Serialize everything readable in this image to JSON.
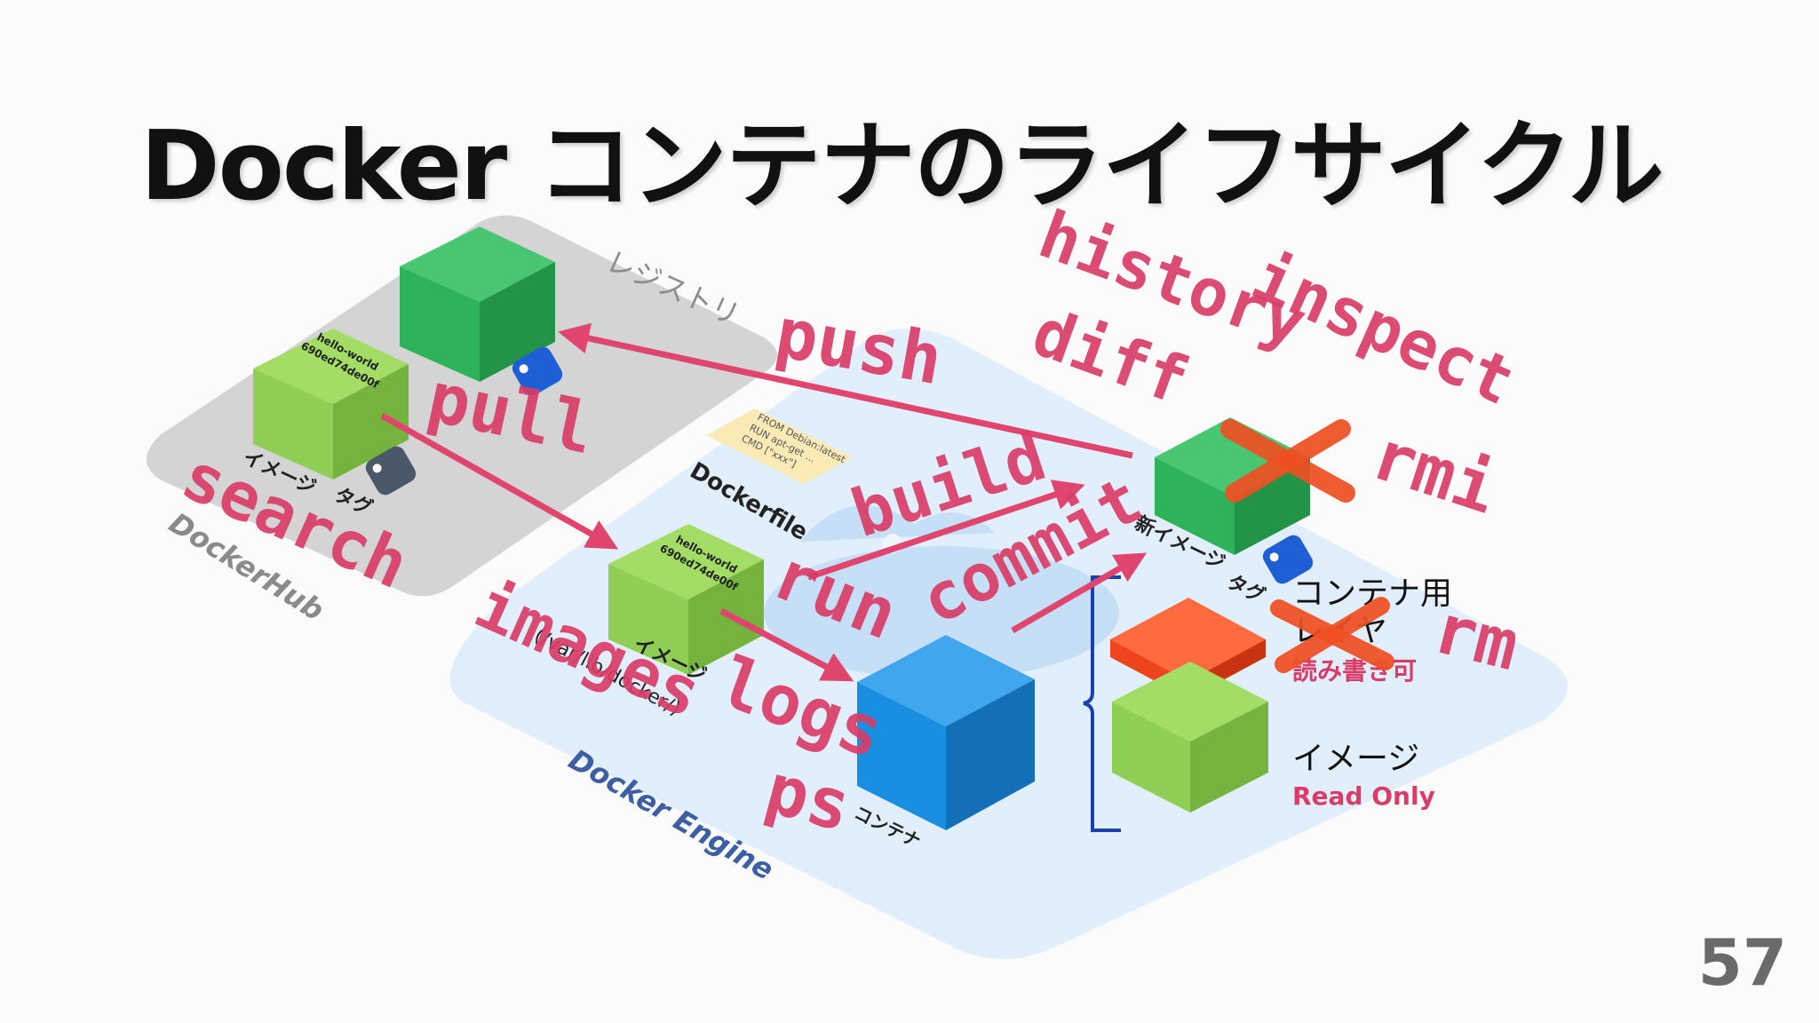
{
  "slide": {
    "title": "Docker コンテナのライフサイクル",
    "page_number": "57"
  },
  "areas": {
    "registry": "レジストリ",
    "dockerhub": "DockerHub",
    "engine": "Docker Engine"
  },
  "hub_image": {
    "name": "hello-world",
    "id": "690ed74de00f",
    "image_label": "イメージ",
    "tag_label": "タグ"
  },
  "local_image": {
    "name": "hello-world",
    "id": "690ed74de00f",
    "image_label": "イメージ",
    "path": "(/var/lib/docker/)"
  },
  "dockerfile": {
    "lines": [
      "FROM Debian:latest",
      "RUN apt-get ...",
      "CMD [\"xxx\"]"
    ],
    "label": "Dockerfile"
  },
  "container_label": "コンテナ",
  "new_image": {
    "image_label": "新イメージ",
    "tag_label": "タグ"
  },
  "layers": {
    "container_layer_line1": "コンテナ用",
    "container_layer_line2": "レイヤ",
    "container_layer_note": "読み書き可",
    "image_layer": "イメージ",
    "image_layer_note": "Read Only"
  },
  "commands": {
    "push": "push",
    "pull": "pull",
    "search": "search",
    "build": "build",
    "run": "run",
    "commit": "commit",
    "images": "images",
    "logs": "logs",
    "ps": "ps",
    "history": "history",
    "diff": "diff",
    "inspect": "inspect",
    "rmi": "rmi",
    "rm": "rm"
  },
  "colors": {
    "command": "#d93c66",
    "arrow": "#e0456e",
    "green_dark": "#2fb35a",
    "green_light": "#8fcf55",
    "container_blue": "#1a8ee0",
    "container_layer": "#f0441c",
    "cross": "#f04f22",
    "engine_bg": "#dcecfb",
    "hub_bg": "#d2d2d2"
  }
}
